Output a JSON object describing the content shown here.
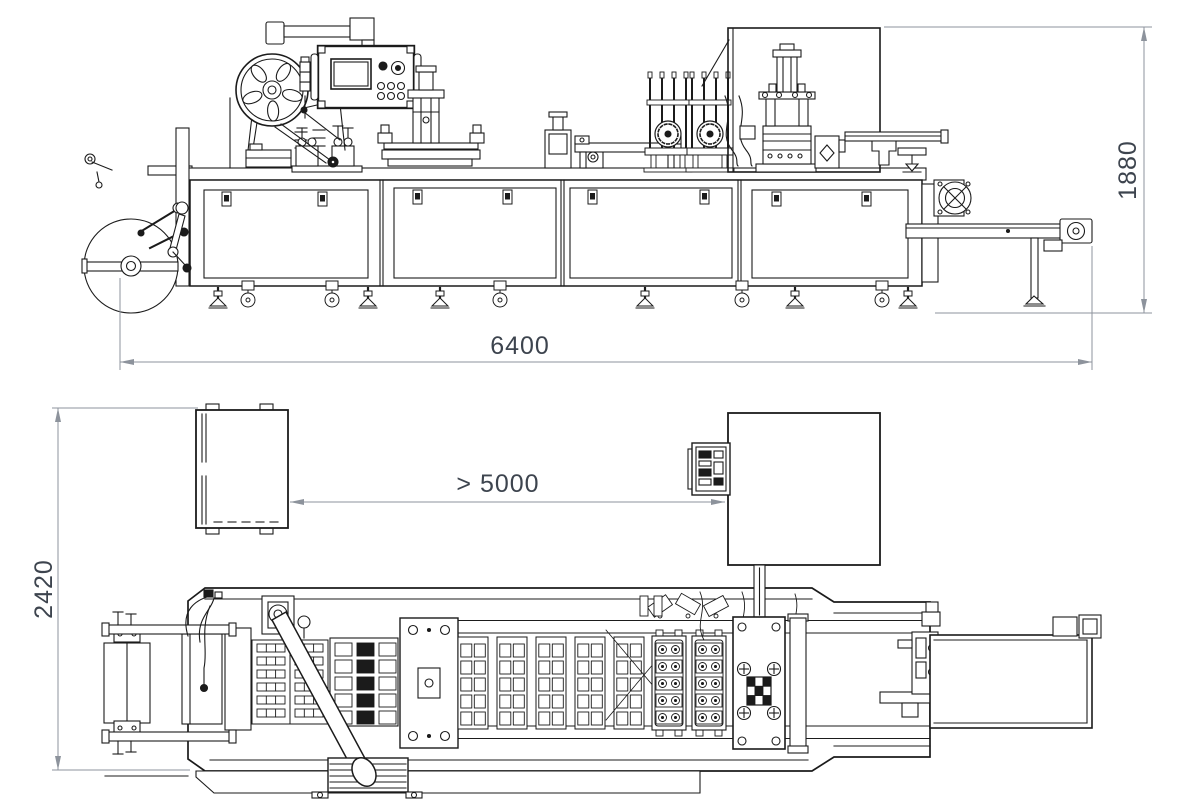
{
  "dims": {
    "length": "6400",
    "height": "1880",
    "width": "2420",
    "clearance": "> 5000"
  },
  "colors": {
    "machine_line": "#1b1b1b",
    "dimension_line": "#8d939c",
    "dimension_text": "#3d444e",
    "background": "#ffffff"
  }
}
